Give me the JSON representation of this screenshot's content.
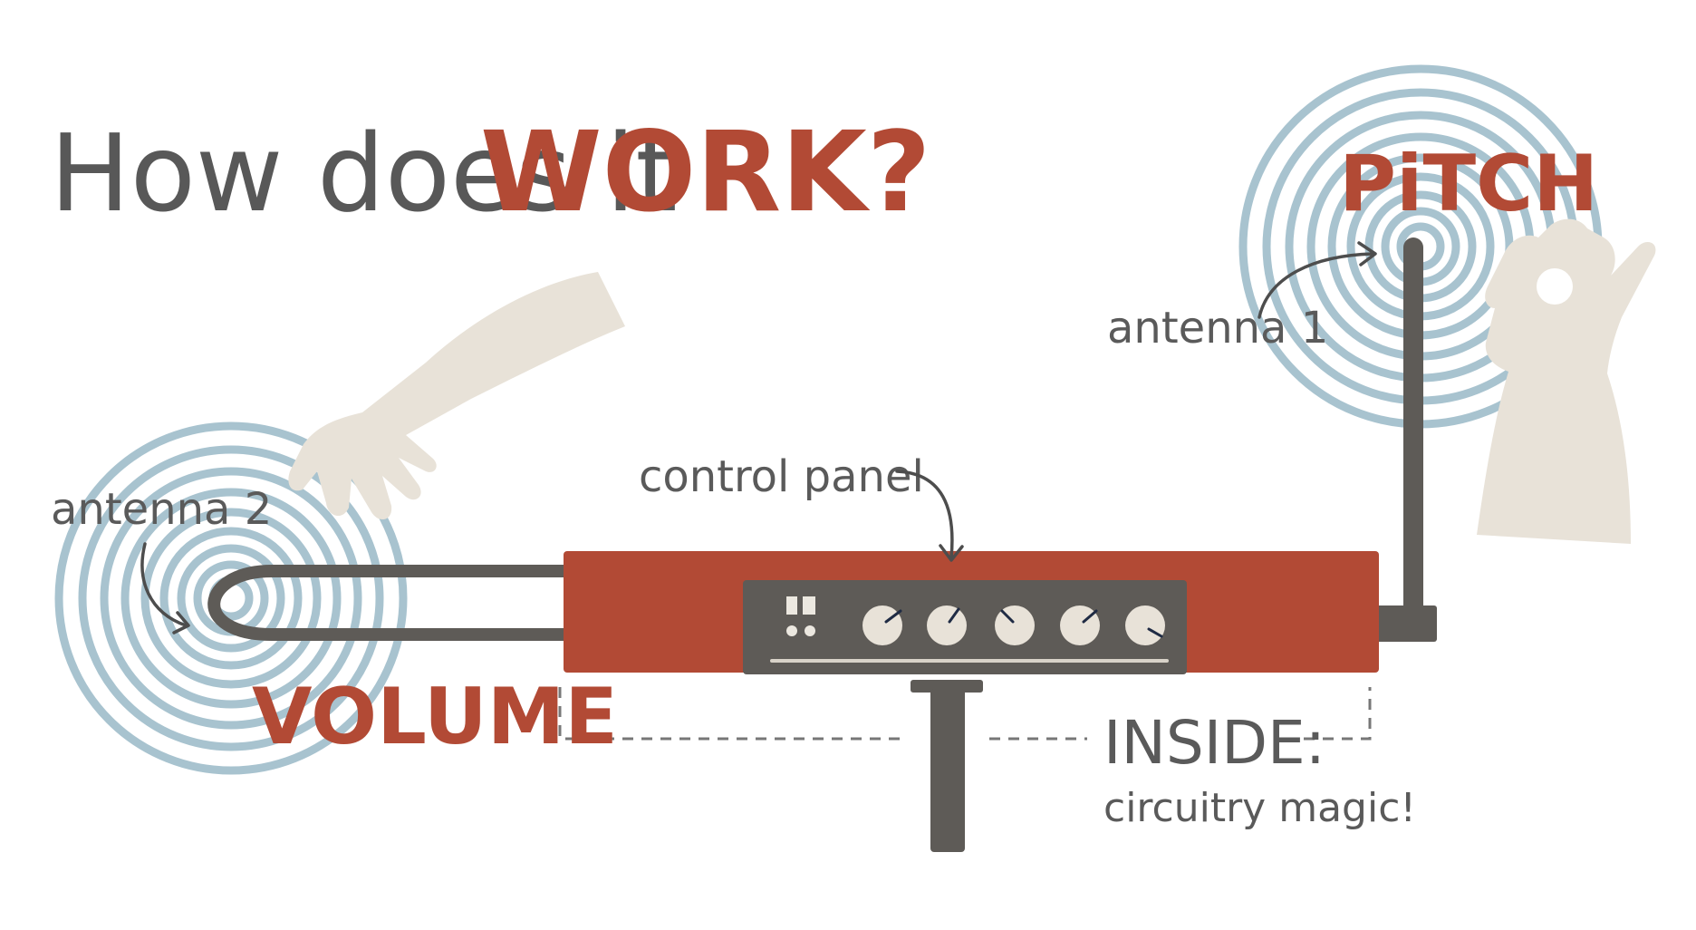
{
  "title": {
    "prefix": "How does it",
    "emphasis": "WORK?"
  },
  "labels": {
    "pitch": "PiTCH",
    "volume": "VOLUME",
    "antenna_1": "antenna 1",
    "antenna_2": "antenna 2",
    "control_panel": "control panel",
    "inside_title": "INSIDE:",
    "inside_sub": "circuitry magic!"
  },
  "colors": {
    "accent_red": "#b24a35",
    "ring_blue": "#a8c3cf",
    "metal_gray": "#5e5b57",
    "ink": "#585858",
    "hand": "#e8e2d8"
  }
}
